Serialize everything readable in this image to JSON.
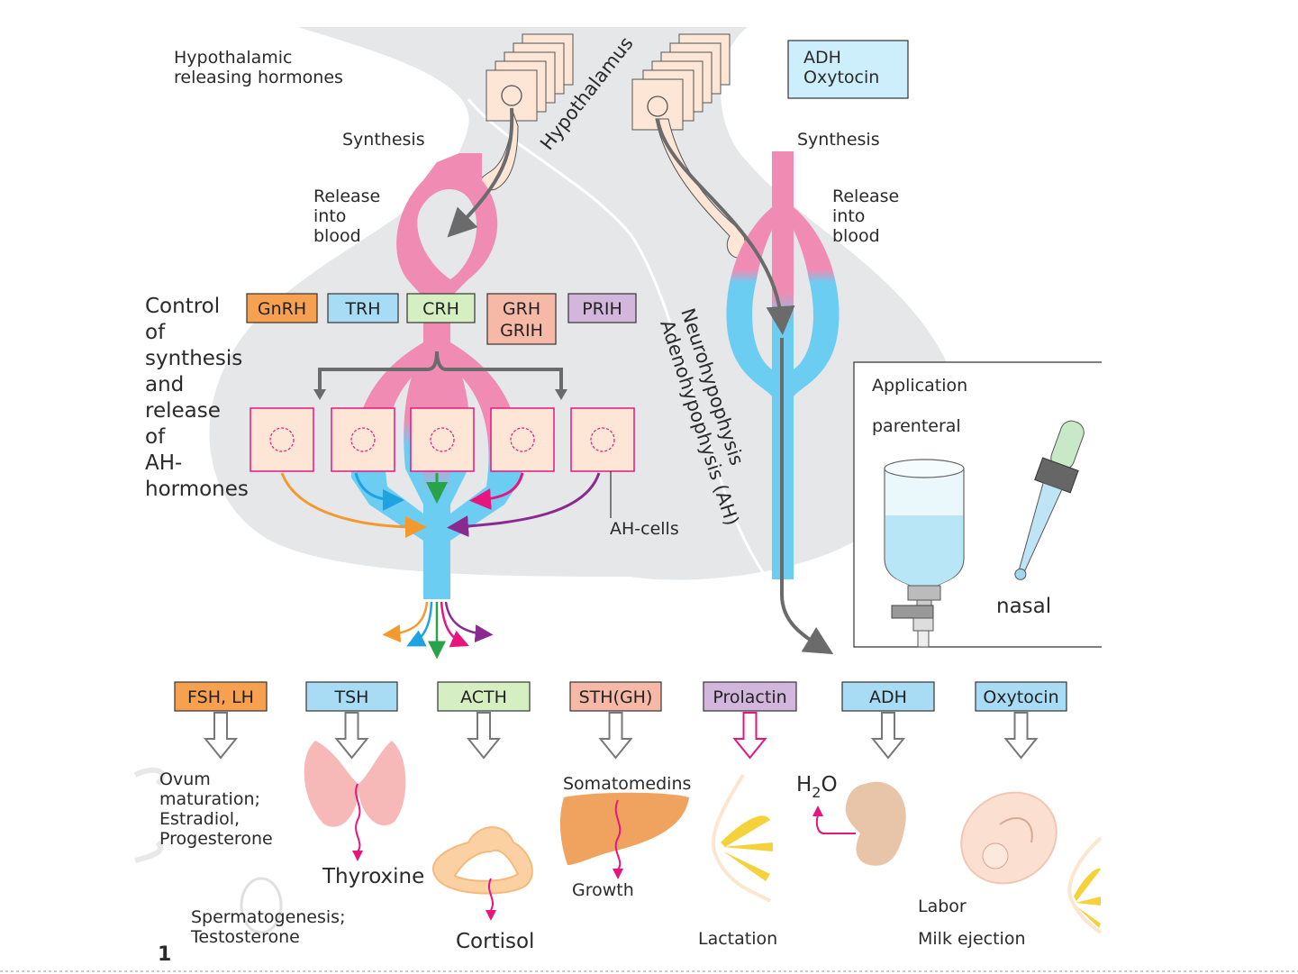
{
  "top": {
    "hypothalamic_releasing": [
      "Hypothalamic",
      "releasing hormones"
    ],
    "adh_oxytocin_box": [
      "ADH",
      "Oxytocin"
    ],
    "synthesis_left": "Synthesis",
    "synthesis_right": "Synthesis",
    "release_left": [
      "Release",
      "into",
      "blood"
    ],
    "release_right": [
      "Release",
      "into",
      "blood"
    ],
    "hypothalamus": "Hypothalamus",
    "neurohypophysis": "Neurohypophysis",
    "adenohypophysis": "Adenohypophysis (AH)"
  },
  "control_text": [
    "Control",
    "of",
    "synthesis",
    "and",
    "release",
    "of",
    "AH-",
    "hormones"
  ],
  "releasing_factors": [
    {
      "label": "GnRH",
      "color": "#f7a150"
    },
    {
      "label": "TRH",
      "color": "#a8dcf5"
    },
    {
      "label": "CRH",
      "color": "#d6efc2"
    },
    {
      "label": "GRH\nGRIH",
      "color": "#f7b9a7"
    },
    {
      "label": "PRIH",
      "color": "#d3b6dc"
    }
  ],
  "ah_cells_label": "AH-cells",
  "application": {
    "title": "Application",
    "parenteral": "parenteral",
    "nasal": "nasal"
  },
  "hormones": [
    {
      "label": "FSH, LH",
      "color": "#f7a150"
    },
    {
      "label": "TSH",
      "color": "#a8dcf5"
    },
    {
      "label": "ACTH",
      "color": "#d6efc2"
    },
    {
      "label": "STH(GH)",
      "color": "#f7b9a7"
    },
    {
      "label": "Prolactin",
      "color": "#d3b6dc"
    },
    {
      "label": "ADH",
      "color": "#a8dcf5"
    },
    {
      "label": "Oxytocin",
      "color": "#a8dcf5"
    }
  ],
  "effects": {
    "ovum": [
      "Ovum",
      "maturation;",
      "Estradiol,",
      "Progesterone"
    ],
    "spermatogenesis": [
      "Spermatogenesis;",
      "Testosterone"
    ],
    "thyroxine": "Thyroxine",
    "cortisol": "Cortisol",
    "somatomedins": "Somatomedins",
    "growth": "Growth",
    "lactation": "Lactation",
    "h2o_main": "H",
    "h2o_sub": "2",
    "h2o_end": "O",
    "labor": "Labor",
    "milk_ejection": "Milk ejection"
  },
  "figure_number": "1",
  "colors": {
    "pink": "#f08cb4",
    "blue": "#6ccdf2",
    "orange": "#f39a2e",
    "green": "#2aa24a",
    "magenta": "#e6167e",
    "purple": "#8a2a90",
    "arrow_gray": "#6b6b6b"
  }
}
